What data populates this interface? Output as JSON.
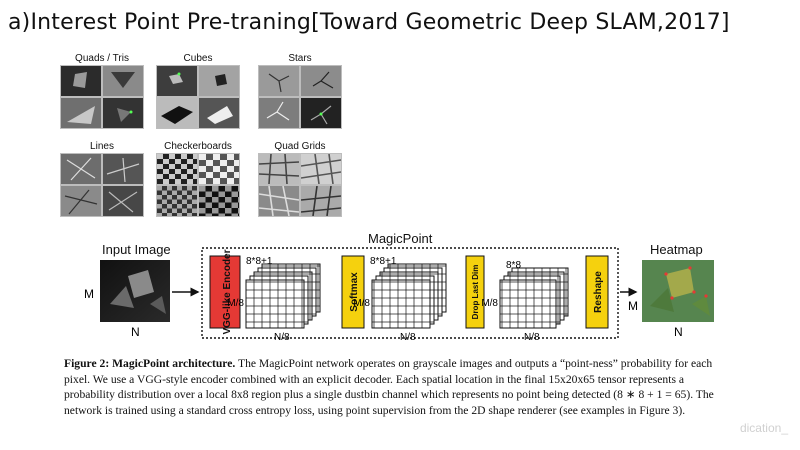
{
  "slide": {
    "title": "a)Interest Point Pre-traning[Toward Geometric Deep SLAM,2017]"
  },
  "samples": {
    "labels": [
      "Quads / Tris",
      "Cubes",
      "Stars",
      "Lines",
      "Checkerboards",
      "Quad Grids"
    ]
  },
  "architecture": {
    "input_label": "Input Image",
    "magicpoint_label": "MagicPoint",
    "heatmap_label": "Heatmap",
    "encoder_label": "VGG-like Encoder",
    "softmax_label": "Softmax",
    "drop_label": "Drop Last Dim",
    "reshape_label": "Reshape",
    "dim_m": "M",
    "dim_n": "N",
    "depth_65": "8*8+1",
    "depth_64": "8*8",
    "m_over_8": "M/8",
    "n_over_8": "N/8",
    "colors": {
      "encoder": "#e53935",
      "yellow": "#f5d10e"
    }
  },
  "caption": {
    "figure_label": "Figure 2: MagicPoint architecture.",
    "text_1": " The MagicPoint network operates on grayscale images and outputs a “point-ness” probability for each pixel. We use a VGG-style encoder combined with an explicit decoder. Each spatial location in the final 15x20x65 tensor represents a probability distribution over a local 8x8 region plus a single dustbin channel which represents no point being detected (",
    "math": "8 ∗ 8 + 1 = 65",
    "text_2": "). The network is trained using a standard cross entropy loss, using point supervision from the 2D shape renderer (see examples in Figure 3)."
  },
  "watermark": "dication_"
}
